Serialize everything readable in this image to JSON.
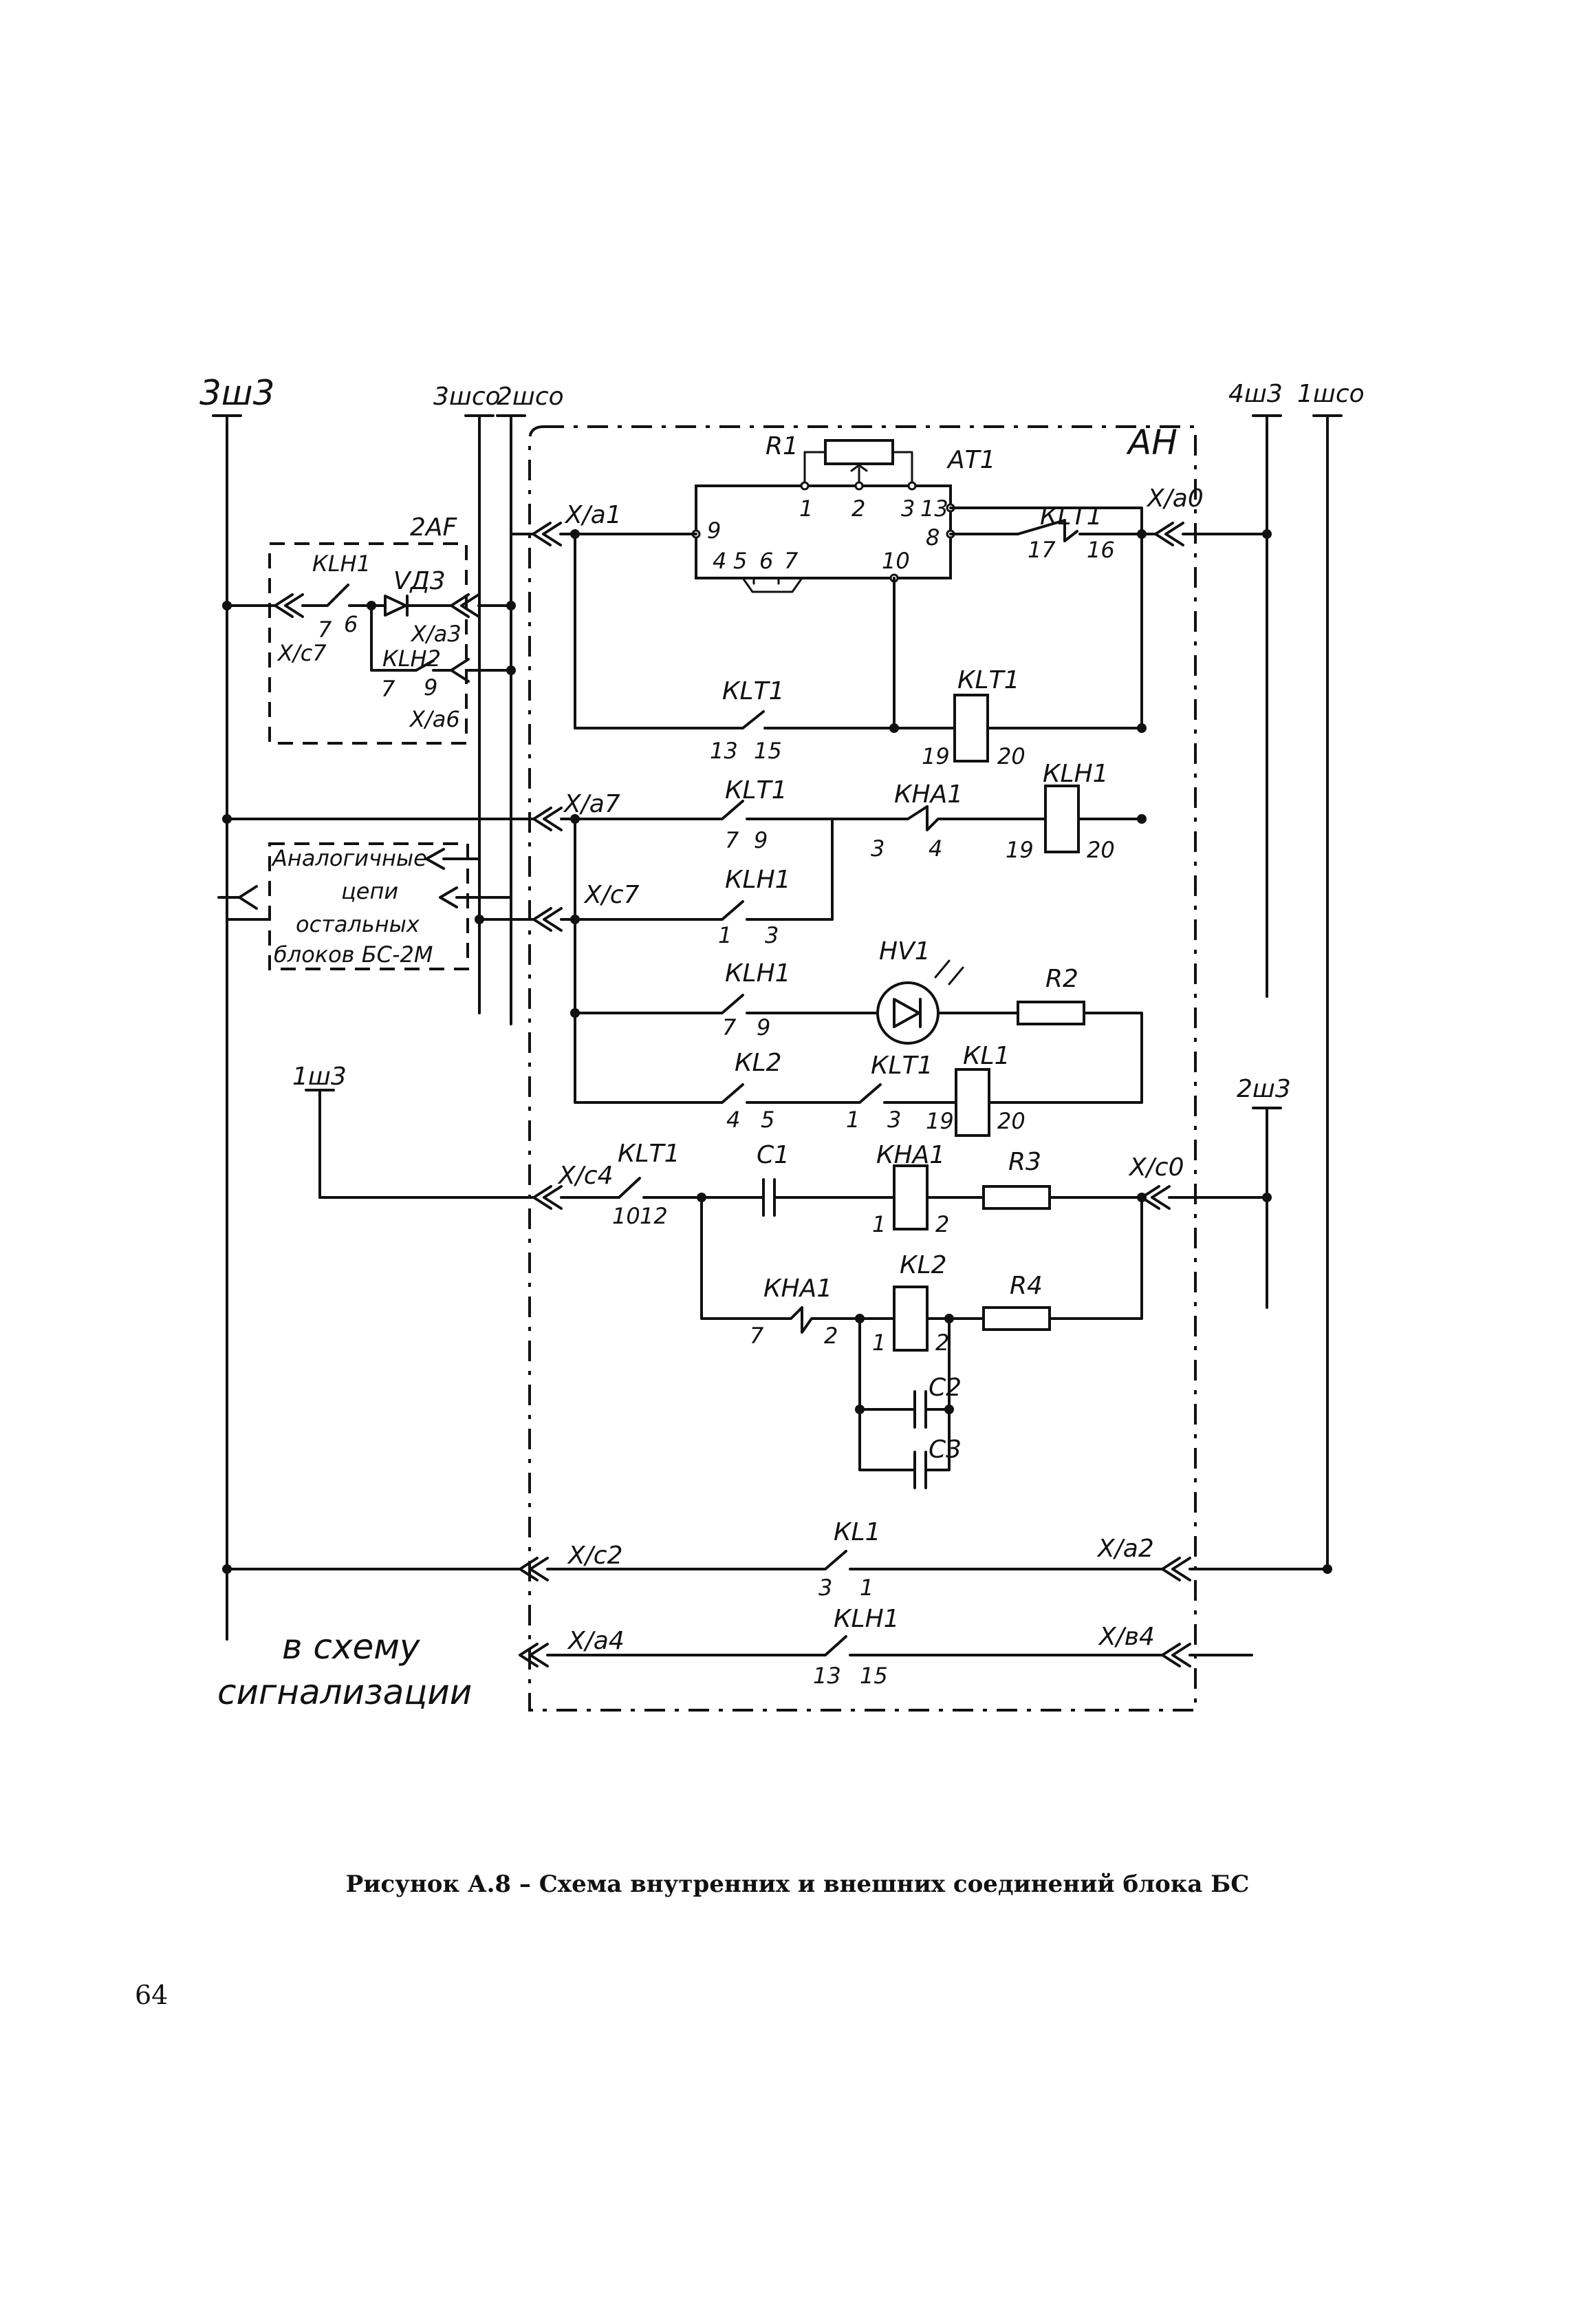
{
  "caption": "Рисунок А.8 – Схема внутренних и внешних соединений блока БС",
  "page_number": "64",
  "diagram": {
    "buses": {
      "b3sh3": "3ш3",
      "b3shso": "3шсо",
      "b2shso": "2шсо",
      "b4sh3": "4ш3",
      "b1shso": "1шсо",
      "b1sh3": "1ш3",
      "b2sh3": "2ш3"
    },
    "block_label": "АН",
    "components": {
      "r1": "R1",
      "at1": "АТ1",
      "af2": "2АF",
      "vd3": "VД3",
      "klh1_af": "КLН1",
      "klh2_af": "КLН2",
      "klt1_a": "КLТ1",
      "klt1_b": "КLТ1",
      "klt1_coil": "КLТ1",
      "klt1_c": "КLТ1",
      "kha1_a": "КНА1",
      "klh1_coil": "КLН1",
      "klh1_b": "КLН1",
      "hv1": "НV1",
      "klh1_c": "КLН1",
      "r2": "R2",
      "kl2_a": "КL2",
      "klt1_d": "КLТ1",
      "kl1_coil": "КL1",
      "klt1_e": "КLТ1",
      "c1": "С1",
      "kha1_coil": "КНА1",
      "r3": "R3",
      "kha1_b": "КНА1",
      "kl2_coil": "КL2",
      "r4": "R4",
      "c2": "С2",
      "c3": "С3",
      "kl1_b": "КL1",
      "klh1_d": "КLН1"
    },
    "connectors": {
      "xa1": "Х/а1",
      "xa0": "Х/а0",
      "xc7_af": "Х/с7",
      "xa3": "Х/а3",
      "xa6": "Х/а6",
      "xa7": "Х/а7",
      "xc7": "Х/с7",
      "xc4": "Х/с4",
      "xc0": "Х/с0",
      "xc2": "Х/с2",
      "xa2": "Х/а2",
      "xa4": "Х/а4",
      "xb4": "Х/в4"
    },
    "analog_note": [
      "Аналогичные",
      "цепи",
      "остальных",
      "блоков БС-2М"
    ],
    "signal_note": [
      "в схему",
      "сигнализации"
    ],
    "pins": {
      "at1_1": "1",
      "at1_2": "2",
      "at1_3": "3",
      "at1_13": "13",
      "at1_9": "9",
      "at1_8": "8",
      "at1_4": "4",
      "at1_5": "5",
      "at1_6": "6",
      "at1_7": "7",
      "at1_10": "10",
      "klt1a_17": "17",
      "klt1a_16": "16",
      "klh1af_7": "7",
      "klh1af_6": "6",
      "klh2af_7": "7",
      "klh2af_9": "9",
      "klt1b_13": "13",
      "klt1b_15": "15",
      "klt1coil_19": "19",
      "klt1coil_20": "20",
      "klt1c_7": "7",
      "klt1c_9": "9",
      "kha1a_3": "3",
      "kha1a_4": "4",
      "klh1coil_19": "19",
      "klh1coil_20": "20",
      "klh1b_1": "1",
      "klh1b_3": "3",
      "klh1c_7": "7",
      "klh1c_9": "9",
      "kl2a_4": "4",
      "kl2a_5": "5",
      "klt1d_1": "1",
      "klt1d_3": "3",
      "kl1coil_19": "19",
      "kl1coil_20": "20",
      "klt1e_10": "10",
      "klt1e_12": "12",
      "kha1coil_1": "1",
      "kha1coil_2": "2",
      "kha1b_7": "7",
      "kha1b_2": "2",
      "kl2coil_1": "1",
      "kl2coil_2": "2",
      "kl1b_3": "3",
      "kl1b_1": "1",
      "klh1d_13": "13",
      "klh1d_15": "15"
    }
  }
}
